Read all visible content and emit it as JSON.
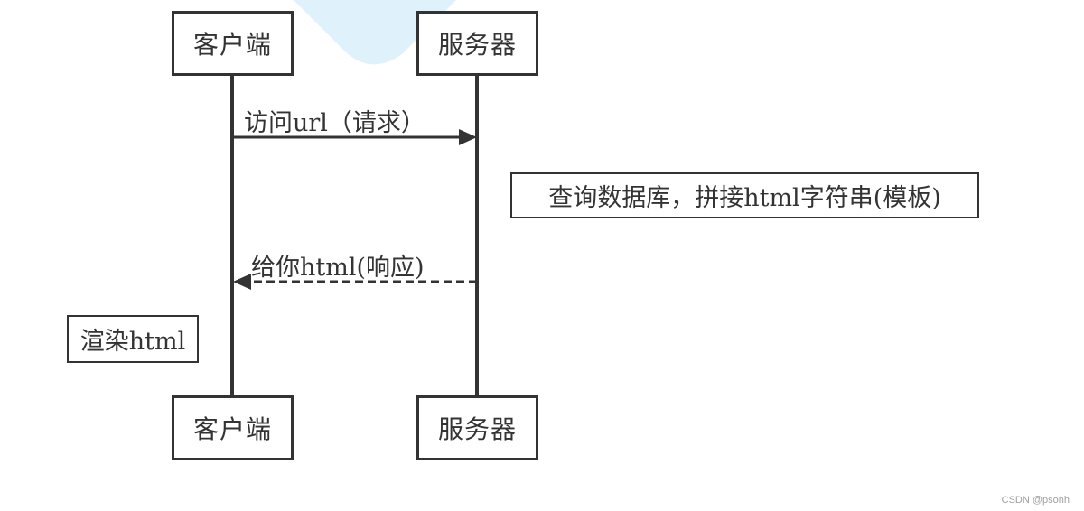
{
  "participants": {
    "client_top": "客户端",
    "server_top": "服务器",
    "client_bottom": "客户端",
    "server_bottom": "服务器"
  },
  "messages": {
    "request": "访问url（请求）",
    "response": "给你html(响应)"
  },
  "notes": {
    "server_note": "查询数据库，拼接html字符串(模板)",
    "client_note": "渲染html"
  },
  "watermark": "CSDN @psonh",
  "colors": {
    "line": "#333333",
    "background_shape": "#dff1fb"
  }
}
